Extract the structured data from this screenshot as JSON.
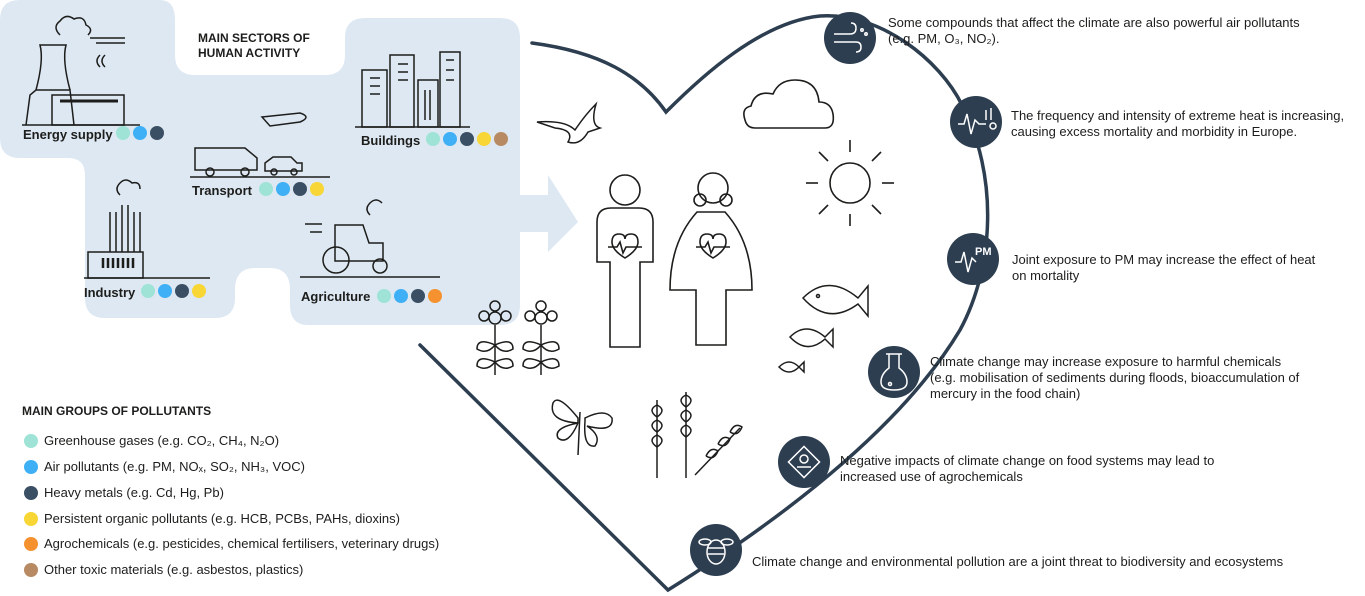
{
  "sectors_title_line1": "MAIN SECTORS OF",
  "sectors_title_line2": "HUMAN ACTIVITY",
  "sectors": [
    {
      "label": "Energy supply",
      "dots": [
        "ghg",
        "air",
        "metal"
      ]
    },
    {
      "label": "Buildings",
      "dots": [
        "ghg",
        "air",
        "metal",
        "pop",
        "toxic"
      ]
    },
    {
      "label": "Transport",
      "dots": [
        "ghg",
        "air",
        "metal",
        "pop"
      ]
    },
    {
      "label": "Industry",
      "dots": [
        "ghg",
        "air",
        "metal",
        "pop"
      ]
    },
    {
      "label": "Agriculture",
      "dots": [
        "ghg",
        "air",
        "metal",
        "agro"
      ]
    }
  ],
  "colors": {
    "ghg": "#9ee3d6",
    "air": "#3fb0f5",
    "metal": "#3a4f63",
    "pop": "#f7d636",
    "agro": "#f5922f",
    "toxic": "#b88a63",
    "panel": "#dde8f3",
    "heart": "#2d3e50"
  },
  "legend_title": "MAIN GROUPS OF POLLUTANTS",
  "legend": [
    {
      "key": "ghg",
      "label": "Greenhouse gases (e.g. CO₂, CH₄, N₂O)"
    },
    {
      "key": "air",
      "label": "Air pollutants (e.g. PM, NOₓ, SO₂, NH₃, VOC)"
    },
    {
      "key": "metal",
      "label": "Heavy metals (e.g. Cd, Hg, Pb)"
    },
    {
      "key": "pop",
      "label": "Persistent organic pollutants (e.g. HCB, PCBs, PAHs, dioxins)"
    },
    {
      "key": "agro",
      "label": "Agrochemicals (e.g. pesticides, chemical fertilisers, veterinary drugs)"
    },
    {
      "key": "toxic",
      "label": "Other toxic materials (e.g. asbestos, plastics)"
    }
  ],
  "impacts": [
    {
      "icon": "wind-icon",
      "line1": "Some compounds that affect the climate are also powerful air pollutants",
      "line2": "(e.g. PM, O₃, NO₂)."
    },
    {
      "icon": "heat-icon",
      "line1": "The frequency and intensity of extreme heat is increasing,",
      "line2": "causing excess mortality and morbidity in Europe."
    },
    {
      "icon": "pm-icon",
      "icon_text": "PM",
      "line1": "Joint exposure to PM may increase the effect of heat",
      "line2": "on mortality"
    },
    {
      "icon": "flask-icon",
      "line1": "Climate change may increase exposure to harmful chemicals",
      "line2": "(e.g. mobilisation of sediments during floods, bioaccumulation of",
      "line3": "mercury in the food chain)"
    },
    {
      "icon": "hazard-icon",
      "line1": "Negative impacts of climate change on food systems may lead to",
      "line2": "increased use of agrochemicals"
    },
    {
      "icon": "bee-icon",
      "line1": "Climate change and environmental pollution are a joint threat to biodiversity and ecosystems"
    }
  ]
}
